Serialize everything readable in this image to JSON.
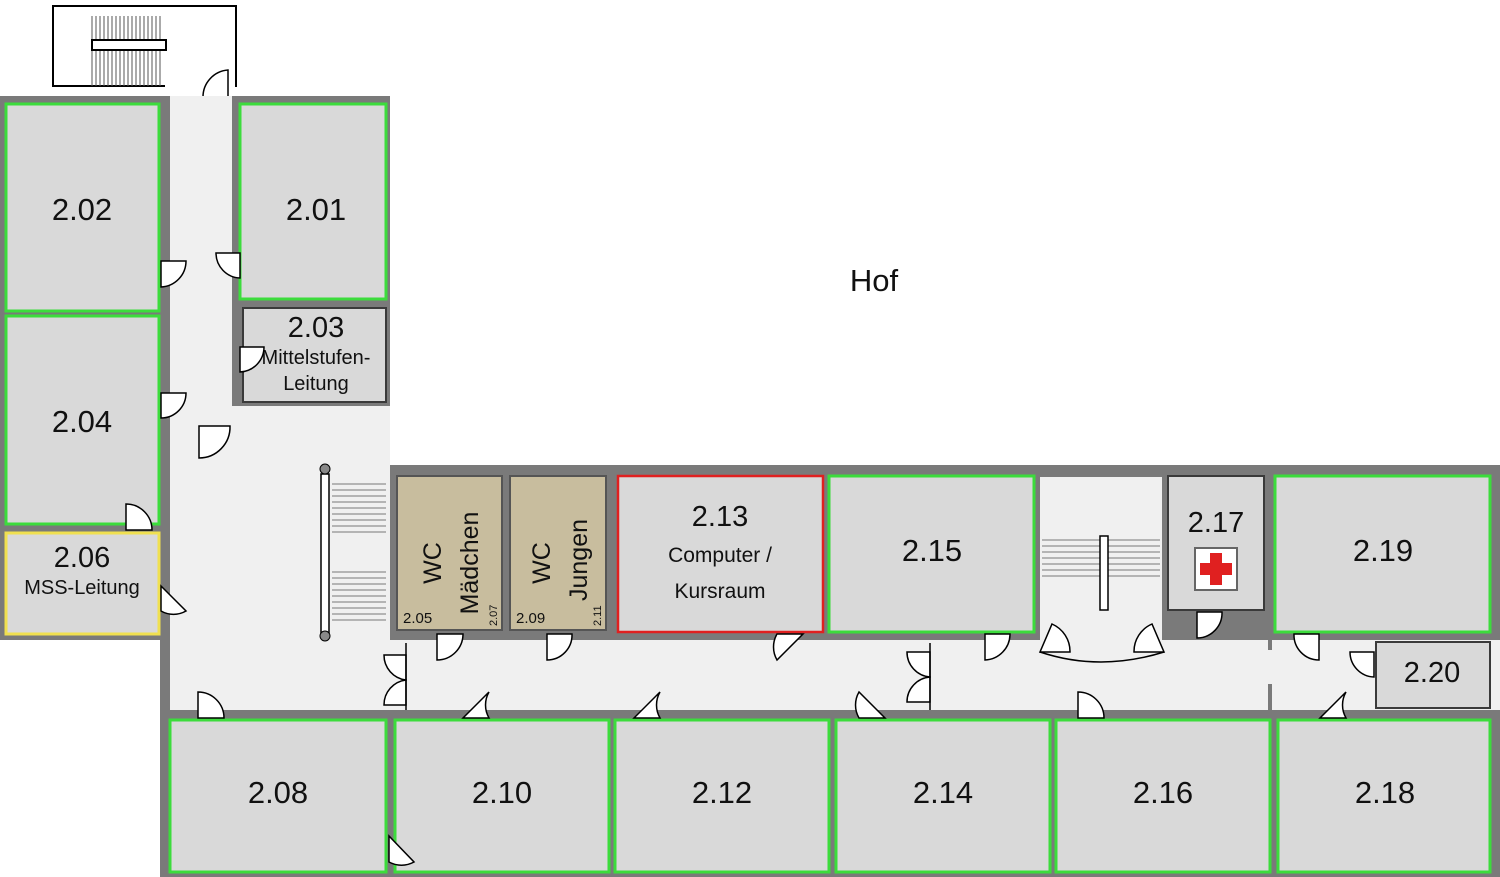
{
  "hof_label": "Hof",
  "colors": {
    "wall": "#7a7a7a",
    "corridor": "#f0f0f0",
    "room": "#d9d9d9",
    "wc": "#c8bd9e",
    "border_green": "#3cdc3c",
    "border_yellow": "#f0e050",
    "border_red": "#e02020",
    "first_aid_red": "#e02020"
  },
  "rooms": {
    "r201": {
      "number": "2.01"
    },
    "r202": {
      "number": "2.02"
    },
    "r203": {
      "number": "2.03",
      "line1": "Mittelstufen-",
      "line2": "Leitung"
    },
    "r204": {
      "number": "2.04"
    },
    "r206": {
      "number": "2.06",
      "line1": "MSS-Leitung"
    },
    "r208": {
      "number": "2.08"
    },
    "r210": {
      "number": "2.10"
    },
    "r212": {
      "number": "2.12"
    },
    "r213": {
      "number": "2.13",
      "line1": "Computer /",
      "line2": "Kursraum"
    },
    "r214": {
      "number": "2.14"
    },
    "r215": {
      "number": "2.15"
    },
    "r216": {
      "number": "2.16"
    },
    "r217": {
      "number": "2.17",
      "icon": "first-aid-icon"
    },
    "r218": {
      "number": "2.18"
    },
    "r219": {
      "number": "2.19"
    },
    "r220": {
      "number": "2.20"
    }
  },
  "wc_girls": {
    "wc": "WC",
    "name": "Mädchen",
    "num_a": "2.05",
    "num_b": "2.07"
  },
  "wc_boys": {
    "wc": "WC",
    "name": "Jungen",
    "num_a": "2.09",
    "num_b": "2.11"
  }
}
